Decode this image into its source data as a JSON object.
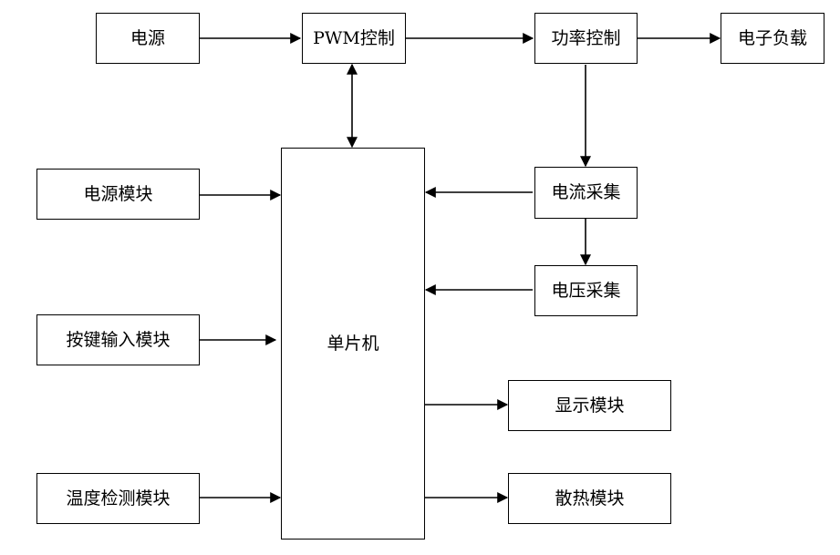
{
  "diagram": {
    "blocks": {
      "power": "电源",
      "pwm": "PWM控制",
      "power_control": "功率控制",
      "electronic_load": "电子负载",
      "power_module": "电源模块",
      "key_input": "按键输入模块",
      "temp_detect": "温度检测模块",
      "mcu": "单片机",
      "current_sample": "电流采集",
      "voltage_sample": "电压采集",
      "display": "显示模块",
      "cooling": "散热模块"
    }
  }
}
